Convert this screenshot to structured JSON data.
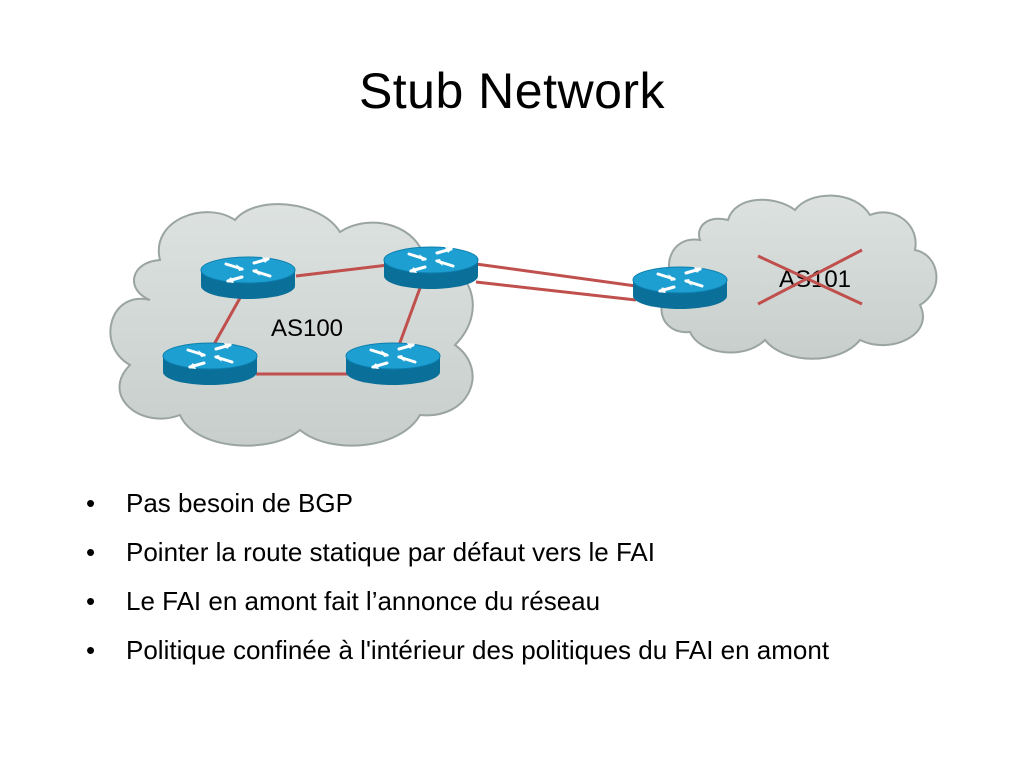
{
  "slide": {
    "title": "Stub Network"
  },
  "diagram": {
    "as_left_label": "AS100",
    "as_right_label": "AS101",
    "colors": {
      "cloud_fill": "#d2d8d6",
      "cloud_stroke": "#9aa4a2",
      "link": "#c0504d",
      "router_top": "#1d9fd2",
      "router_side": "#0a6f99",
      "cross": "#c0504d"
    }
  },
  "bullets": [
    {
      "text": "Pas besoin de BGP"
    },
    {
      "text": "Pointer la route statique par défaut vers le FAI"
    },
    {
      "text": "Le FAI en amont fait l’annonce du réseau"
    },
    {
      "text": "Politique confinée à l'intérieur des politiques du FAI en amont"
    }
  ],
  "bullet_glyph": "•"
}
